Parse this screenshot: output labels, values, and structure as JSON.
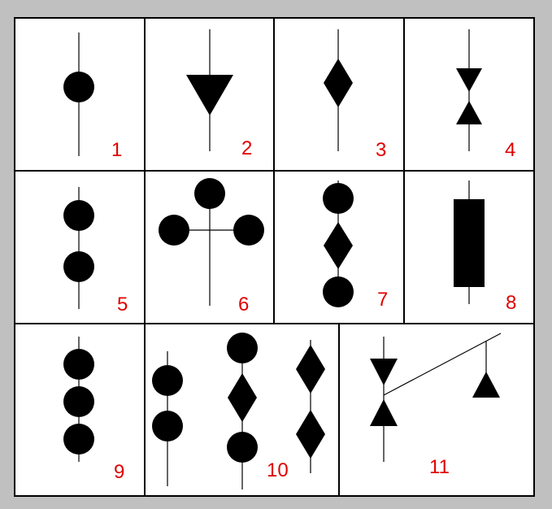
{
  "panels": [
    {
      "number": "1",
      "symbol_icon": "single-dot-on-line-icon"
    },
    {
      "number": "2",
      "symbol_icon": "down-triangle-on-line-icon"
    },
    {
      "number": "3",
      "symbol_icon": "diamond-on-line-icon"
    },
    {
      "number": "4",
      "symbol_icon": "bowtie-on-line-icon"
    },
    {
      "number": "5",
      "symbol_icon": "two-dots-on-line-icon"
    },
    {
      "number": "6",
      "symbol_icon": "three-dots-cross-icon"
    },
    {
      "number": "7",
      "symbol_icon": "dot-diamond-dot-on-line-icon"
    },
    {
      "number": "8",
      "symbol_icon": "rectangle-on-line-icon"
    },
    {
      "number": "9",
      "symbol_icon": "three-dots-on-line-icon"
    },
    {
      "number": "10",
      "symbol_icon": "mixed-symbol-group-icon"
    },
    {
      "number": "11",
      "symbol_icon": "bowtie-with-branch-triangle-icon"
    }
  ],
  "colors": {
    "frame": "#c0c0c0",
    "panel_background": "#ffffff",
    "symbol": "#000000",
    "number": "#e00000"
  }
}
